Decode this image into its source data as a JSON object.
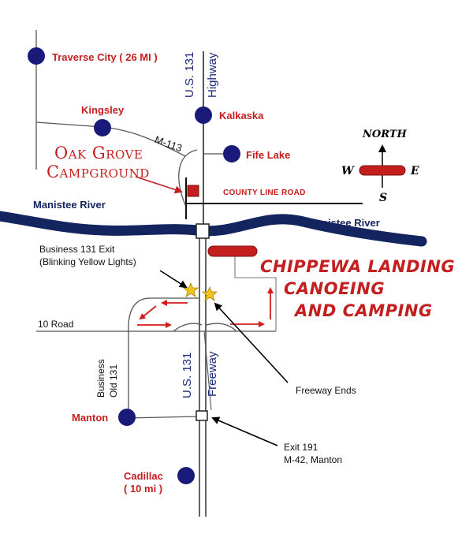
{
  "places": {
    "traverse_city": "Traverse City  ( 26 MI )",
    "kingsley": "Kingsley",
    "kalkaska": "Kalkaska",
    "fife_lake": "Fife Lake",
    "manton": "Manton",
    "cadillac_line1": "Cadillac",
    "cadillac_line2": "( 10 mi )"
  },
  "roads": {
    "us131_north_line1": "U.S. 131",
    "us131_north_line2": "Highway",
    "m113": "M-113",
    "county_line_road": "County Line Road",
    "ten_road": "10 Road",
    "business_old_131_line1": "Business",
    "business_old_131_line2": "Old 131",
    "us131_south": "U.S. 131",
    "freeway": "Freeway"
  },
  "rivers": {
    "manistee_left": "Manistee River",
    "manistee_right": "Manistee River"
  },
  "campgrounds": {
    "oak_grove_line1": "Oak Grove",
    "oak_grove_line2": "Campground",
    "chippewa_line1": "CHIPPEWA LANDING",
    "chippewa_line2": "CANOEING",
    "chippewa_line3": "AND CAMPING"
  },
  "annotations": {
    "business_exit_line1": "Business 131 Exit",
    "business_exit_line2": "(Blinking Yellow Lights)",
    "freeway_ends": "Freeway Ends",
    "exit191_line1": "Exit 191",
    "exit191_line2": "M-42, Manton"
  },
  "compass": {
    "north": "NORTH",
    "west": "W",
    "east": "E",
    "south": "S"
  },
  "colors": {
    "river": "#14245e",
    "place_dot": "#1a1a7a",
    "label_red": "#c41e1e",
    "route_arrow": "#d21c1c",
    "marker": "#c41e1e",
    "light": "#f2c418"
  },
  "icons": [
    "place-dot-icon",
    "campground-marker-icon",
    "blinking-light-icon",
    "route-arrow-icon",
    "compass-icon",
    "bridge-icon",
    "exit-icon"
  ]
}
